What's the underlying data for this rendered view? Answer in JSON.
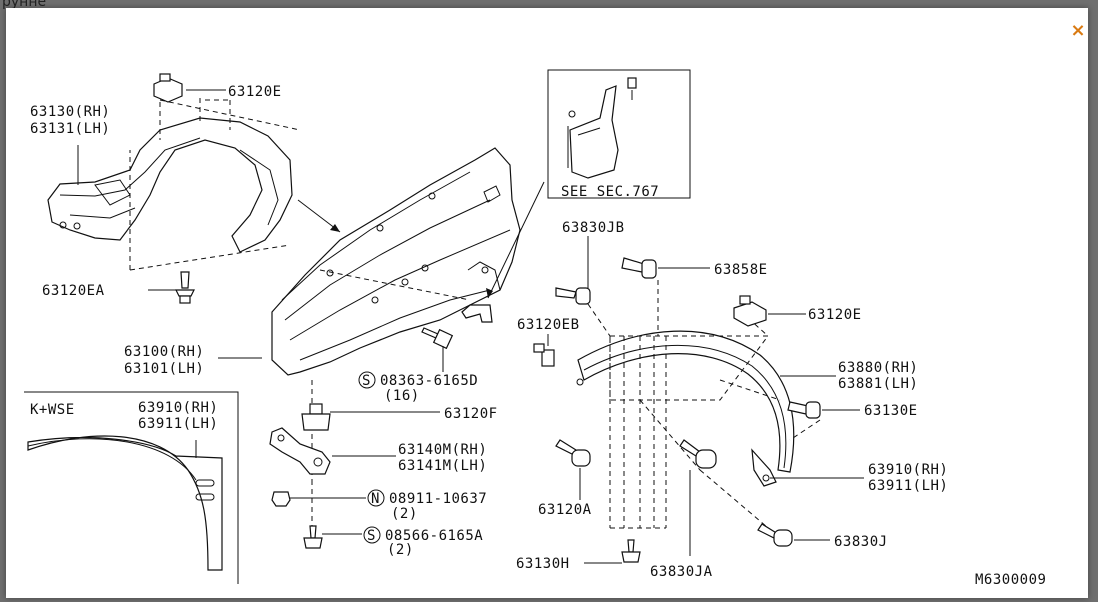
{
  "background": {
    "partial_title": "рунне"
  },
  "close_icon": "×",
  "diagram_code": "M6300009",
  "callout": {
    "text": "SEE SEC.767"
  },
  "inset": {
    "title": "K+WSE",
    "rh": "63910(RH)",
    "lh": "63911(LH)"
  },
  "labels": {
    "p63120E_top": "63120E",
    "p63130_rh": "63130(RH)",
    "p63131_lh": "63131(LH)",
    "p63120EA": "63120EA",
    "p63100_rh": "63100(RH)",
    "p63101_lh": "63101(LH)",
    "s08363": "08363-6165D",
    "s08363_qty": "(16)",
    "p63120F": "63120F",
    "p63140M_rh": "63140M(RH)",
    "p63141M_lh": "63141M(LH)",
    "n08911": "08911-10637",
    "n08911_qty": "(2)",
    "s08566": "08566-6165A",
    "s08566_qty": "(2)",
    "p63830JB": "63830JB",
    "p63858E": "63858E",
    "p63120EB": "63120EB",
    "p63120E_right": "63120E",
    "p63880_rh": "63880(RH)",
    "p63881_lh": "63881(LH)",
    "p63130E": "63130E",
    "p63910_rh": "63910(RH)",
    "p63911_lh": "63911(LH)",
    "p63120A": "63120A",
    "p63130H": "63130H",
    "p63830JA": "63830JA",
    "p63830J": "63830J"
  },
  "circle_prefix": {
    "s": "S",
    "n": "N"
  }
}
